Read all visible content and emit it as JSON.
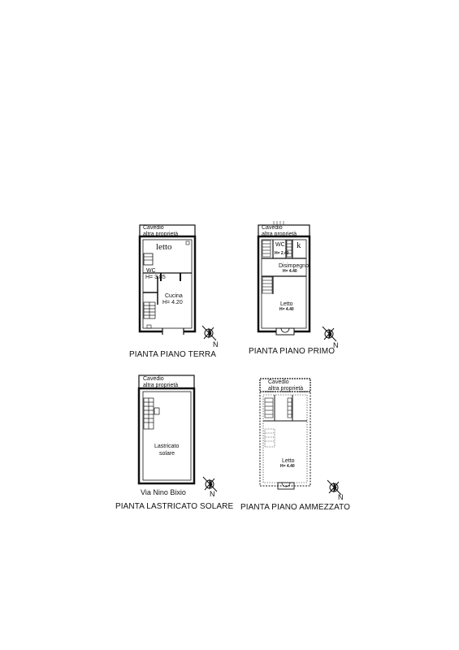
{
  "plans": {
    "terra": {
      "caption": "PIANTA PIANO TERRA",
      "cavedio": "Cavedio",
      "altra": "altra proprietà",
      "letto": "letto",
      "wc": "WC",
      "wc_h": "H= 3.85",
      "cucina": "Cucina",
      "cucina_h": "H= 4.20",
      "north": "N"
    },
    "primo": {
      "caption": "PIANTA PIANO PRIMO",
      "cavedio": "Cavedio",
      "altra": "altra proprietà",
      "wc": "WC",
      "wc_h": "H= 2.40",
      "k": "k",
      "disimpegno": "Disimpegno",
      "disimpegno_h": "H= 4.40",
      "letto": "Letto",
      "letto_h": "H= 4.40",
      "north": "N"
    },
    "lastricato": {
      "caption": "PIANTA LASTRICATO SOLARE",
      "cavedio": "Cavedio",
      "altra": "altra proprietà",
      "room": "Lastricato",
      "room2": "solare",
      "street": "Via Nino Bixio",
      "north": "N"
    },
    "ammezzato": {
      "caption": "PIANTA PIANO AMMEZZATO",
      "cavedio": "Cavedio",
      "altra": "altra proprietà",
      "letto": "Letto",
      "letto_h": "H= 4.40",
      "north": "N"
    }
  }
}
